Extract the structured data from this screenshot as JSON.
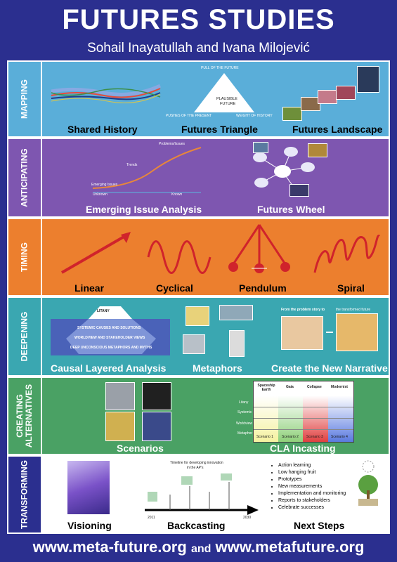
{
  "header": {
    "title": "FUTURES STUDIES",
    "authors": "Sohail Inayatullah and Ivana Milojević"
  },
  "colors": {
    "background": "#2b2f8f",
    "mapping": "#5aaed9",
    "anticipating": "#7e56b0",
    "timing": "#ec7f2e",
    "deepening": "#3aa7b1",
    "creating": "#4aa164",
    "transforming": "#ffffff",
    "accent_red": "#d0232b"
  },
  "rows": {
    "mapping": {
      "side_label": "MAPPING",
      "items": [
        "Shared History",
        "Futures Triangle",
        "Futures Landscape"
      ],
      "triangle": {
        "top": "PULL OF THE FUTURE",
        "center_line1": "PLAUSIBLE",
        "center_line2": "FUTURE",
        "left": "PUSHES OF THE PRESENT",
        "right": "WEIGHT OF HISTORY"
      }
    },
    "anticipating": {
      "side_label": "ANTICIPATING",
      "items": [
        "Emerging Issue Analysis",
        "Futures Wheel"
      ],
      "curve": {
        "problem": "Problems/Issues",
        "trends": "Trends",
        "emerging": "Emerging Issues",
        "unknown": "Unknown",
        "known": "Known"
      }
    },
    "timing": {
      "side_label": "TIMING",
      "items": [
        "Linear",
        "Cyclical",
        "Pendulum",
        "Spiral"
      ]
    },
    "deepening": {
      "side_label": "DEEPENING",
      "items": [
        "Causal Layered Analysis",
        "Metaphors",
        "Create the New Narrative"
      ],
      "iceberg": {
        "litany": "LITANY",
        "systemic": "SYSTEMIC CAUSES AND SOLUTIONS",
        "worldview": "WORLDVIEW AND STAKEHOLDER VIEWS",
        "myth": "DEEP UNCONSCIOUS METAPHORS AND MYTHS"
      },
      "narrative": {
        "from": "From the problem story to",
        "to": "the transformed future"
      }
    },
    "creating": {
      "side_label_line1": "CREATING",
      "side_label_line2": "ALTERNATIVES",
      "items": [
        "Scenarios",
        "CLA Incasting"
      ],
      "table": {
        "columns": [
          "Spaceship Earth",
          "Gaia",
          "Collapse",
          "Modernist"
        ],
        "rows": [
          "Litany",
          "Systemic",
          "Worldview",
          "Metaphor"
        ],
        "scenarios": [
          "Scenario 1",
          "Scenario 2",
          "Scenario 3",
          "Scenario 4"
        ]
      }
    },
    "transforming": {
      "side_label": "TRANSFORMING",
      "items": [
        "Visioning",
        "Backcasting",
        "Next Steps"
      ],
      "timeline": {
        "title_line1": "Timeline for developing innovation",
        "title_line2": "in the AP's",
        "start": "2011",
        "end": "2030"
      },
      "next_steps": [
        "Action learning",
        "Low hanging fruit",
        "Prototypes",
        "New measurements",
        "Implementation and monitoring",
        "Reports to stakeholders",
        "Celebrate successes"
      ]
    }
  },
  "footer": {
    "url1": "www.meta-future.org",
    "and": "and",
    "url2": "www.metafuture.org"
  }
}
